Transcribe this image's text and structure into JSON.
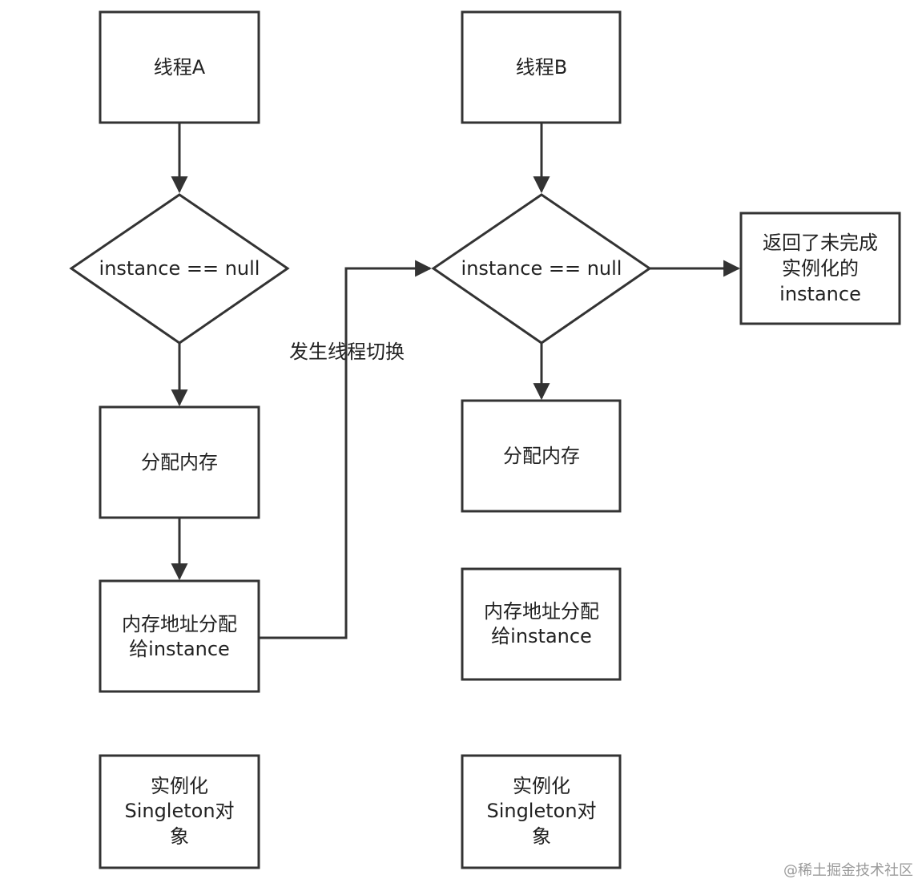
{
  "diagram": {
    "thread_a": {
      "title": "线程A",
      "decision": "instance == null",
      "allocate": "分配内存",
      "assign_line1": "内存地址分配",
      "assign_line2": "给instance",
      "instantiate_line1": "实例化",
      "instantiate_line2": "Singleton对",
      "instantiate_line3": "象"
    },
    "thread_b": {
      "title": "线程B",
      "decision": "instance == null",
      "result_line1": "返回了未完成",
      "result_line2": "实例化的",
      "result_line3": "instance",
      "allocate": "分配内存",
      "assign_line1": "内存地址分配",
      "assign_line2": "给instance",
      "instantiate_line1": "实例化",
      "instantiate_line2": "Singleton对",
      "instantiate_line3": "象"
    },
    "switch_label": "发生线程切换"
  },
  "watermark": "@稀土掘金技术社区"
}
